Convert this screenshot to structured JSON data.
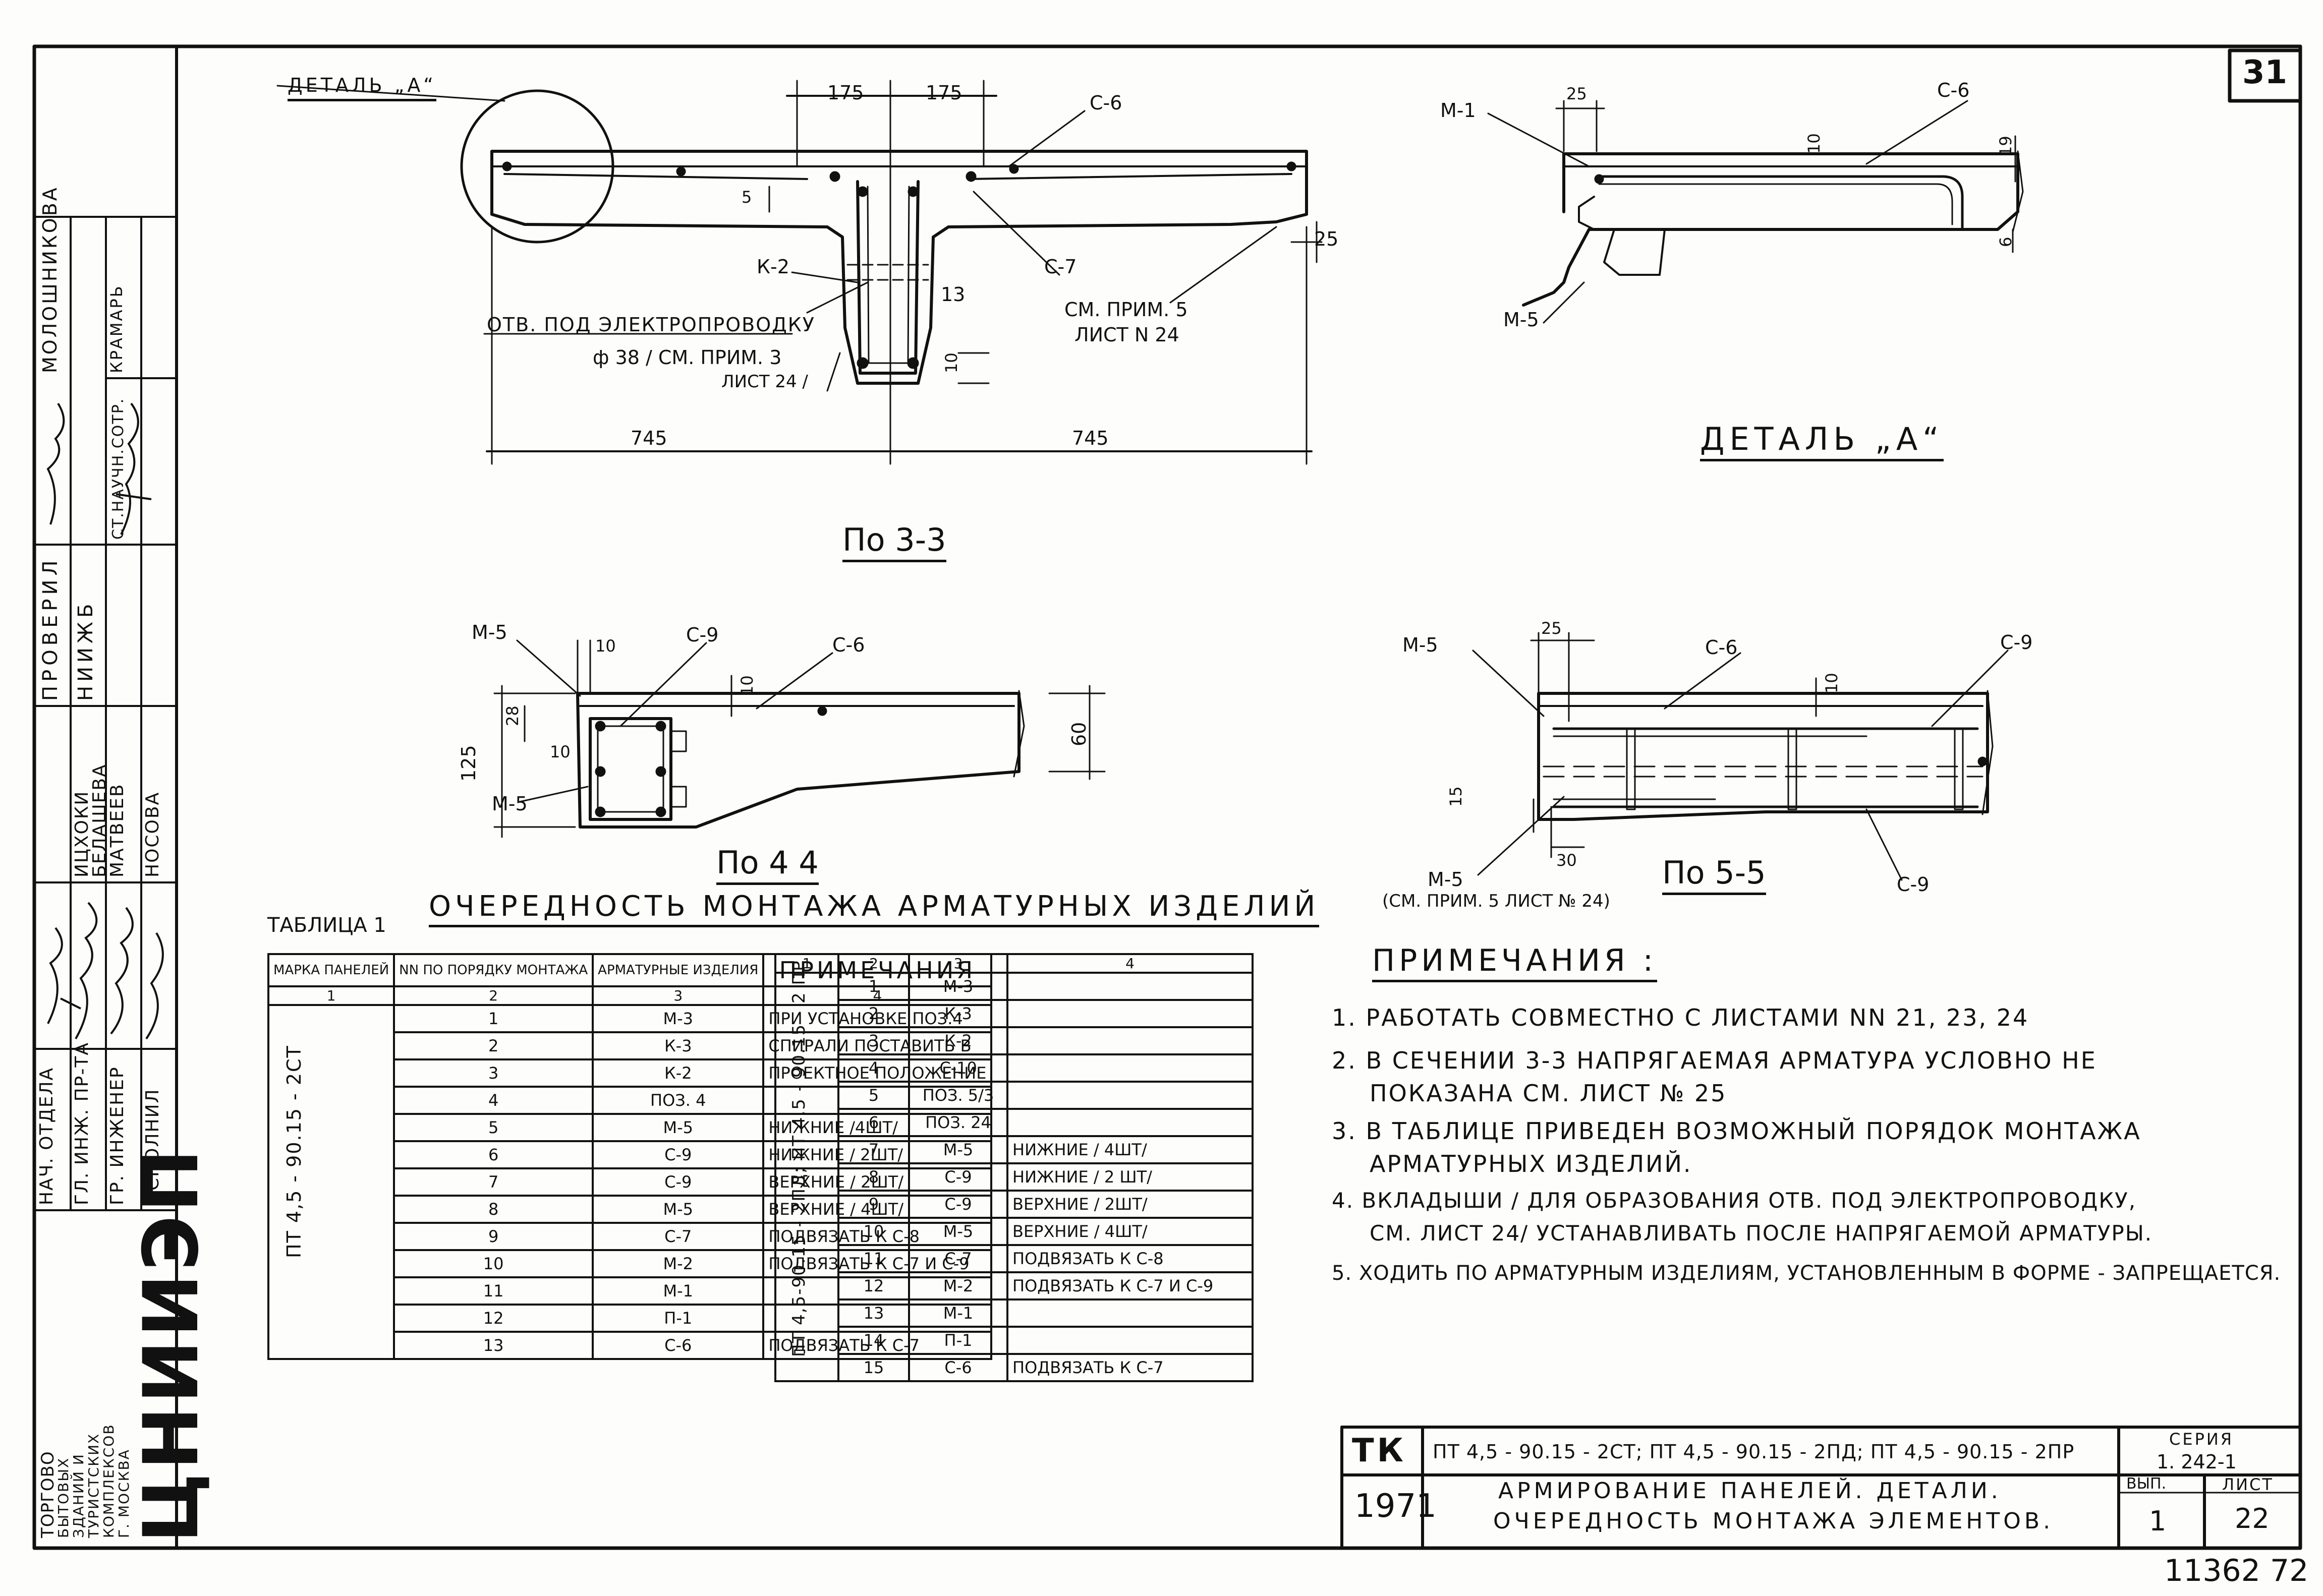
{
  "sheet_number": "31",
  "bottom_right_code": "11362 72",
  "organization": {
    "logo": "ЦНИИЭП",
    "lines": [
      "ТОРГОВО",
      "БЫТОВЫХ",
      "ЗДАНИЙ И",
      "ТУРИСТСКИХ",
      "КОМПЛЕКСОВ",
      "Г. МОСКВА"
    ]
  },
  "stamp_block": {
    "roles": [
      "НАЧ. ОТДЕЛА",
      "ГЛ. ИНЖ. ПР-ТА",
      "ГР. ИНЖЕНЕР",
      "ИСПОЛНИЛ"
    ],
    "names": [
      "ИЦХОКИ",
      "БЕЛАШЕВА",
      "МАТВЕЕВ",
      "НОСОВА"
    ],
    "check_label": "ПРОВЕРИЛ",
    "dept": "НИИЖБ",
    "dept_role": "СТ.НАУЧН.СОТР.",
    "checkers": [
      "МОЛОШНИКОВА",
      "КРАМАРЬ"
    ]
  },
  "labels": {
    "detail_a_callout": "ДЕТАЛЬ „А“",
    "detail_a_title": "ДЕТАЛЬ „А“",
    "section_33": "По 3-3",
    "section_44": "По 4 4",
    "section_55": "По 5-5",
    "hole_note": "ОТВ. ПОД ЭЛЕКТРОПРОВОДКУ",
    "hole_dia": "ф 38 / СМ. ПРИМ. 3",
    "hole_sheet": "ЛИСТ 24 /",
    "see_note5": "СМ. ПРИМ. 5",
    "see_sheet24": "ЛИСТ N 24",
    "m5_note": "(СМ. ПРИМ. 5 ЛИСТ № 24)"
  },
  "dims": {
    "w175a": "175",
    "w175b": "175",
    "w745a": "745",
    "w745b": "745",
    "d5": "5",
    "d25": "25",
    "d13": "13",
    "d10": "10",
    "a25": "25",
    "a10": "10",
    "a19": "19",
    "a6": "6",
    "s4_10a": "10",
    "s4_10b": "10",
    "s4_28": "28",
    "s4_10c": "10",
    "s4_125": "125",
    "s4_60": "60",
    "s5_25": "25",
    "s5_10": "10",
    "s5_15": "15",
    "s5_30": "30"
  },
  "marks": {
    "c6": "С-6",
    "k2": "К-2",
    "c7": "С-7",
    "m1": "М-1",
    "m5": "М-5",
    "c9": "С-9"
  },
  "table": {
    "caption": "ТАБЛИЦА 1",
    "title": "ОЧЕРЕДНОСТЬ МОНТАЖА АРМАТУРНЫХ ИЗДЕЛИЙ",
    "headers": [
      "МАРКА ПАНЕЛЕЙ",
      "NN ПО ПОРЯДКУ МОНТАЖА",
      "АРМАТУРНЫЕ ИЗДЕЛИЯ",
      "ПРИМЕЧАНИЯ"
    ],
    "col_numbers": [
      "1",
      "2",
      "3",
      "4"
    ],
    "left_panel": "ПТ 4,5 - 90.15 - 2СТ",
    "left_rows": [
      [
        "1",
        "М-3",
        "ПРИ УСТАНОВКЕ ПОЗ.4"
      ],
      [
        "2",
        "К-3",
        "СПИРАЛИ ПОСТАВИТЬ В"
      ],
      [
        "3",
        "К-2",
        "ПРОЕКТНОЕ ПОЛОЖЕНИЕ"
      ],
      [
        "4",
        "ПОЗ. 4",
        ""
      ],
      [
        "5",
        "М-5",
        "НИЖНИЕ /4ШТ/"
      ],
      [
        "6",
        "С-9",
        "НИЖНИЕ / 2ШТ/"
      ],
      [
        "7",
        "С-9",
        "ВЕРХНИЕ / 2ШТ/"
      ],
      [
        "8",
        "М-5",
        "ВЕРХНИЕ / 4ШТ/"
      ],
      [
        "9",
        "С-7",
        "ПОДВЯЗАТЬ К С-8"
      ],
      [
        "10",
        "М-2",
        "ПОДВЯЗАТЬ К С-7 И С-9"
      ],
      [
        "11",
        "М-1",
        ""
      ],
      [
        "12",
        "П-1",
        ""
      ],
      [
        "13",
        "С-6",
        "ПОДВЯЗАТЬ К С-7"
      ]
    ],
    "right_panel": "ПТ 4,5-90.15 - 2ПД; ПТ 4,5 - 90.15 - 2 ПР",
    "right_rows": [
      [
        "1",
        "М-3",
        ""
      ],
      [
        "2",
        "К-3",
        ""
      ],
      [
        "3",
        "К-2",
        ""
      ],
      [
        "4",
        "С-10",
        ""
      ],
      [
        "5",
        "ПОЗ. 5/3",
        ""
      ],
      [
        "6",
        "ПОЗ. 24",
        ""
      ],
      [
        "7",
        "М-5",
        "НИЖНИЕ / 4ШТ/"
      ],
      [
        "8",
        "С-9",
        "НИЖНИЕ / 2 ШТ/"
      ],
      [
        "9",
        "С-9",
        "ВЕРХНИЕ / 2ШТ/"
      ],
      [
        "10",
        "М-5",
        "ВЕРХНИЕ / 4ШТ/"
      ],
      [
        "11",
        "С-7",
        "ПОДВЯЗАТЬ К С-8"
      ],
      [
        "12",
        "М-2",
        "ПОДВЯЗАТЬ К С-7 И С-9"
      ],
      [
        "13",
        "М-1",
        ""
      ],
      [
        "14",
        "П-1",
        ""
      ],
      [
        "15",
        "С-6",
        "ПОДВЯЗАТЬ К С-7"
      ]
    ]
  },
  "notes": {
    "title": "ПРИМЕЧАНИЯ :",
    "items": [
      "1. РАБОТАТЬ СОВМЕСТНО С ЛИСТАМИ NN 21, 23, 24",
      "2. В СЕЧЕНИИ 3-3 НАПРЯГАЕМАЯ АРМАТУРА УСЛОВНО НЕ",
      "ПОКАЗАНА СМ. ЛИСТ № 25",
      "3. В ТАБЛИЦЕ ПРИВЕДЕН ВОЗМОЖНЫЙ ПОРЯДОК МОНТАЖА",
      "АРМАТУРНЫХ ИЗДЕЛИЙ.",
      "4. ВКЛАДЫШИ / ДЛЯ ОБРАЗОВАНИЯ ОТВ. ПОД ЭЛЕКТРОПРОВОДКУ,",
      "СМ. ЛИСТ 24/ УСТАНАВЛИВАТЬ ПОСЛЕ НАПРЯГАЕМОЙ АРМАТУРЫ.",
      "5. ХОДИТЬ ПО АРМАТУРНЫМ ИЗДЕЛИЯМ, УСТАНОВЛЕННЫМ В ФОРМЕ - ЗАПРЕЩАЕТСЯ."
    ]
  },
  "title_block": {
    "tk": "ТК",
    "year": "1971",
    "marks": "ПТ 4,5 - 90.15 - 2СТ; ПТ 4,5 - 90.15 - 2ПД; ПТ 4,5 - 90.15 - 2ПР",
    "title1": "АРМИРОВАНИЕ ПАНЕЛЕЙ. ДЕТАЛИ.",
    "title2": "ОЧЕРЕДНОСТЬ МОНТАЖА ЭЛЕМЕНТОВ.",
    "series_label": "СЕРИЯ",
    "series": "1. 242-1",
    "issue_label": "ВЫП.",
    "issue": "1",
    "sheet_label": "ЛИСТ",
    "sheet": "22"
  }
}
